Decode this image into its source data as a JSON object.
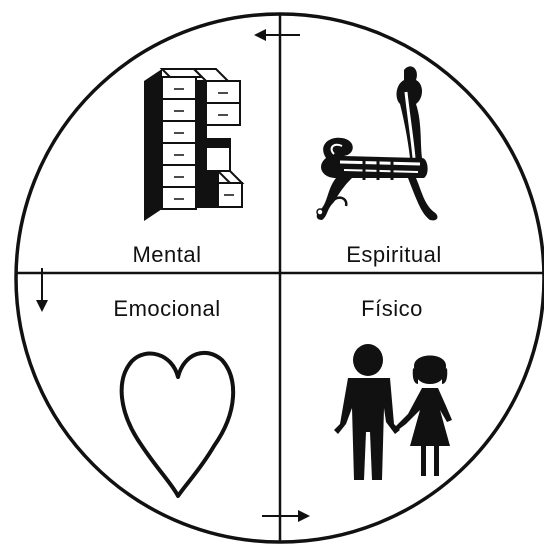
{
  "diagram": {
    "quadrants": {
      "top_left": {
        "label": "Mental",
        "icon": "stacked-blocks-icon"
      },
      "top_right": {
        "label": "Espiritual",
        "icon": "park-bench-icon"
      },
      "bottom_left": {
        "label": "Emocional",
        "icon": "heart-icon"
      },
      "bottom_right": {
        "label": "Físico",
        "icon": "man-and-woman-icon"
      }
    },
    "arrows": [
      "arrow-left-icon",
      "arrow-down-icon",
      "arrow-right-icon"
    ],
    "colors": {
      "ink": "#111111",
      "background": "#ffffff"
    }
  }
}
